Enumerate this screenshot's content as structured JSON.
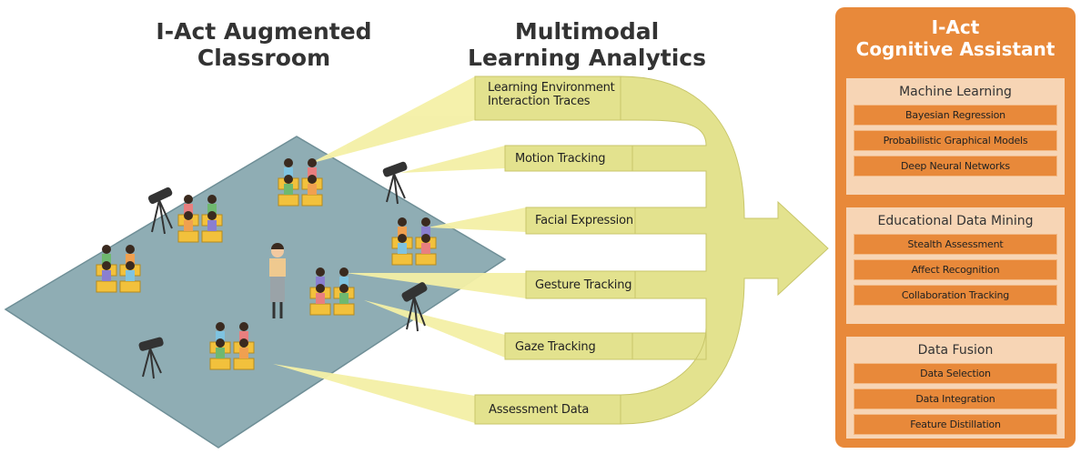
{
  "titles": {
    "classroom": "I-Act Augmented\nClassroom",
    "mla": "Multimodal\nLearning Analytics"
  },
  "streams": [
    {
      "label": "Learning Environment\nInteraction Traces"
    },
    {
      "label": "Motion Tracking"
    },
    {
      "label": "Facial Expression"
    },
    {
      "label": "Gesture Tracking"
    },
    {
      "label": "Gaze Tracking"
    },
    {
      "label": "Assessment Data"
    }
  ],
  "assistant": {
    "title": "I-Act\nCognitive Assistant",
    "sections": [
      {
        "title": "Machine Learning",
        "items": [
          "Bayesian Regression",
          "Probabilistic Graphical Models",
          "Deep Neural Networks"
        ]
      },
      {
        "title": "Educational Data Mining",
        "items": [
          "Stealth Assessment",
          "Affect Recognition",
          "Collaboration Tracking"
        ]
      },
      {
        "title": "Data Fusion",
        "items": [
          "Data Selection",
          "Data Integration",
          "Feature Distillation"
        ]
      }
    ]
  },
  "colors": {
    "floor": "#8fadb4",
    "stream": "#e3e28e",
    "beam": "#f4f0a6",
    "panel": "#e8893a",
    "section": "#f7d5b5",
    "desk": "#f2c13c"
  }
}
